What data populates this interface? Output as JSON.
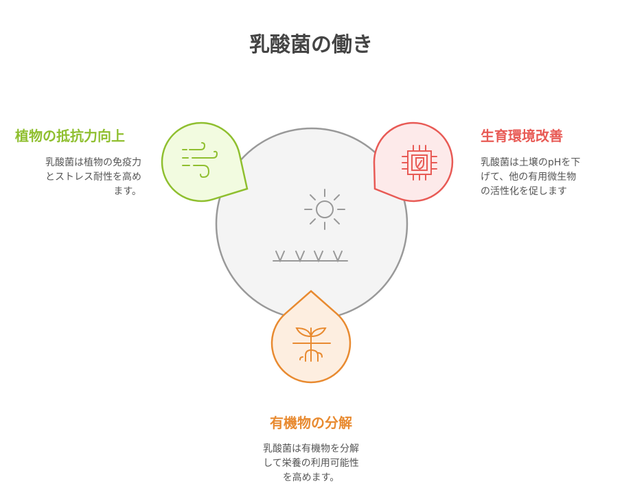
{
  "title": "乳酸菌の働き",
  "items": [
    {
      "heading": "植物の抵抗力向上",
      "lines": [
        "乳酸菌は植物の免疫力",
        "とストレス耐性を高め",
        "ます。"
      ],
      "color": "#8fbf2f",
      "icon": "wind-icon"
    },
    {
      "heading": "生育環境改善",
      "lines": [
        "乳酸菌は土壌のpHを下",
        "げて、他の有用微生物",
        "の活性化を促します"
      ],
      "color": "#e85a55",
      "icon": "chip-shield-icon"
    },
    {
      "heading": "有機物の分解",
      "lines": [
        "乳酸菌は有機物を分解",
        "して栄養の利用可能性",
        "を高めます。"
      ],
      "color": "#e88a30",
      "icon": "sprout-roots-icon"
    }
  ],
  "center_icon": "sun-grass-icon"
}
